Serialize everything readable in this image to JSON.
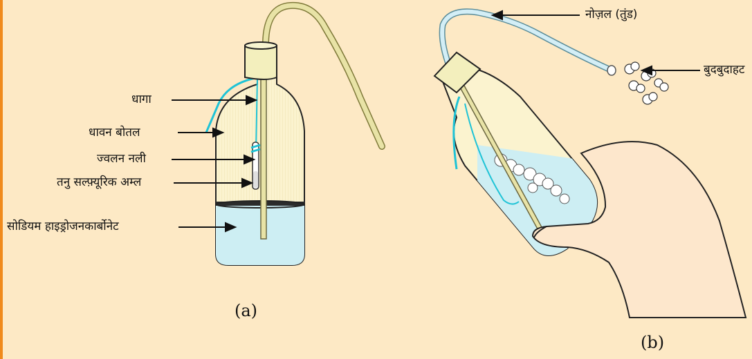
{
  "diagram_a": {
    "labels": {
      "thread": "धागा",
      "wash_bottle": "धावन बोतल",
      "ignition_tube": "ज्वलन नली",
      "dilute_sulphuric_acid": "तनु सल्फ़्यूरिक अम्ल",
      "sodium_hydrogencarbonate": "सोडियम  हाइड्रोजनकार्बोनेट"
    },
    "caption": "(a)"
  },
  "diagram_b": {
    "labels": {
      "nozzle": "नोज़ल (तुंड)",
      "bubbles": "बुदबुदाहट"
    },
    "caption": "(b)"
  },
  "colors": {
    "background": "#fde9c5",
    "bottle": "#fbf3cf",
    "solution": "#cdeef3",
    "thread": "#1fc3d6",
    "tube": "#e8e3a6",
    "edge": "#f08a1c"
  }
}
